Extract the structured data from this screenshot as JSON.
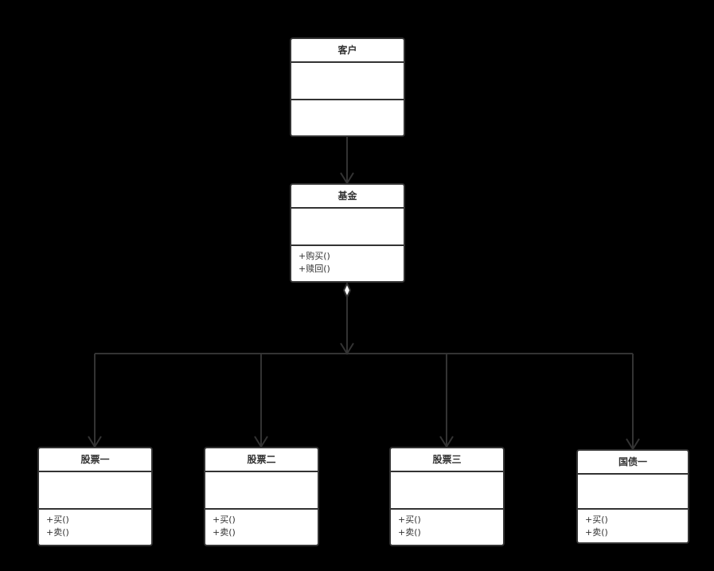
{
  "diagram": {
    "classes": [
      {
        "id": "client",
        "name": "客户",
        "methods": []
      },
      {
        "id": "fund",
        "name": "基金",
        "methods": [
          "+购买()",
          "+赎回()"
        ]
      },
      {
        "id": "stock1",
        "name": "股票一",
        "methods": [
          "+买()",
          "+卖()"
        ]
      },
      {
        "id": "stock2",
        "name": "股票二",
        "methods": [
          "+买()",
          "+卖()"
        ]
      },
      {
        "id": "stock3",
        "name": "股票三",
        "methods": [
          "+买()",
          "+卖()"
        ]
      },
      {
        "id": "bond1",
        "name": "国债一",
        "methods": [
          "+买()",
          "+卖()"
        ]
      }
    ],
    "relations": [
      {
        "from": "client",
        "to": "fund",
        "type": "association"
      },
      {
        "from": "fund",
        "to": "stock1",
        "type": "aggregation"
      },
      {
        "from": "fund",
        "to": "stock2",
        "type": "aggregation"
      },
      {
        "from": "fund",
        "to": "stock3",
        "type": "aggregation"
      },
      {
        "from": "fund",
        "to": "bond1",
        "type": "aggregation"
      }
    ],
    "colors": {
      "background": "#000000",
      "box_fill": "#ffffff",
      "stroke": "#333333"
    }
  }
}
